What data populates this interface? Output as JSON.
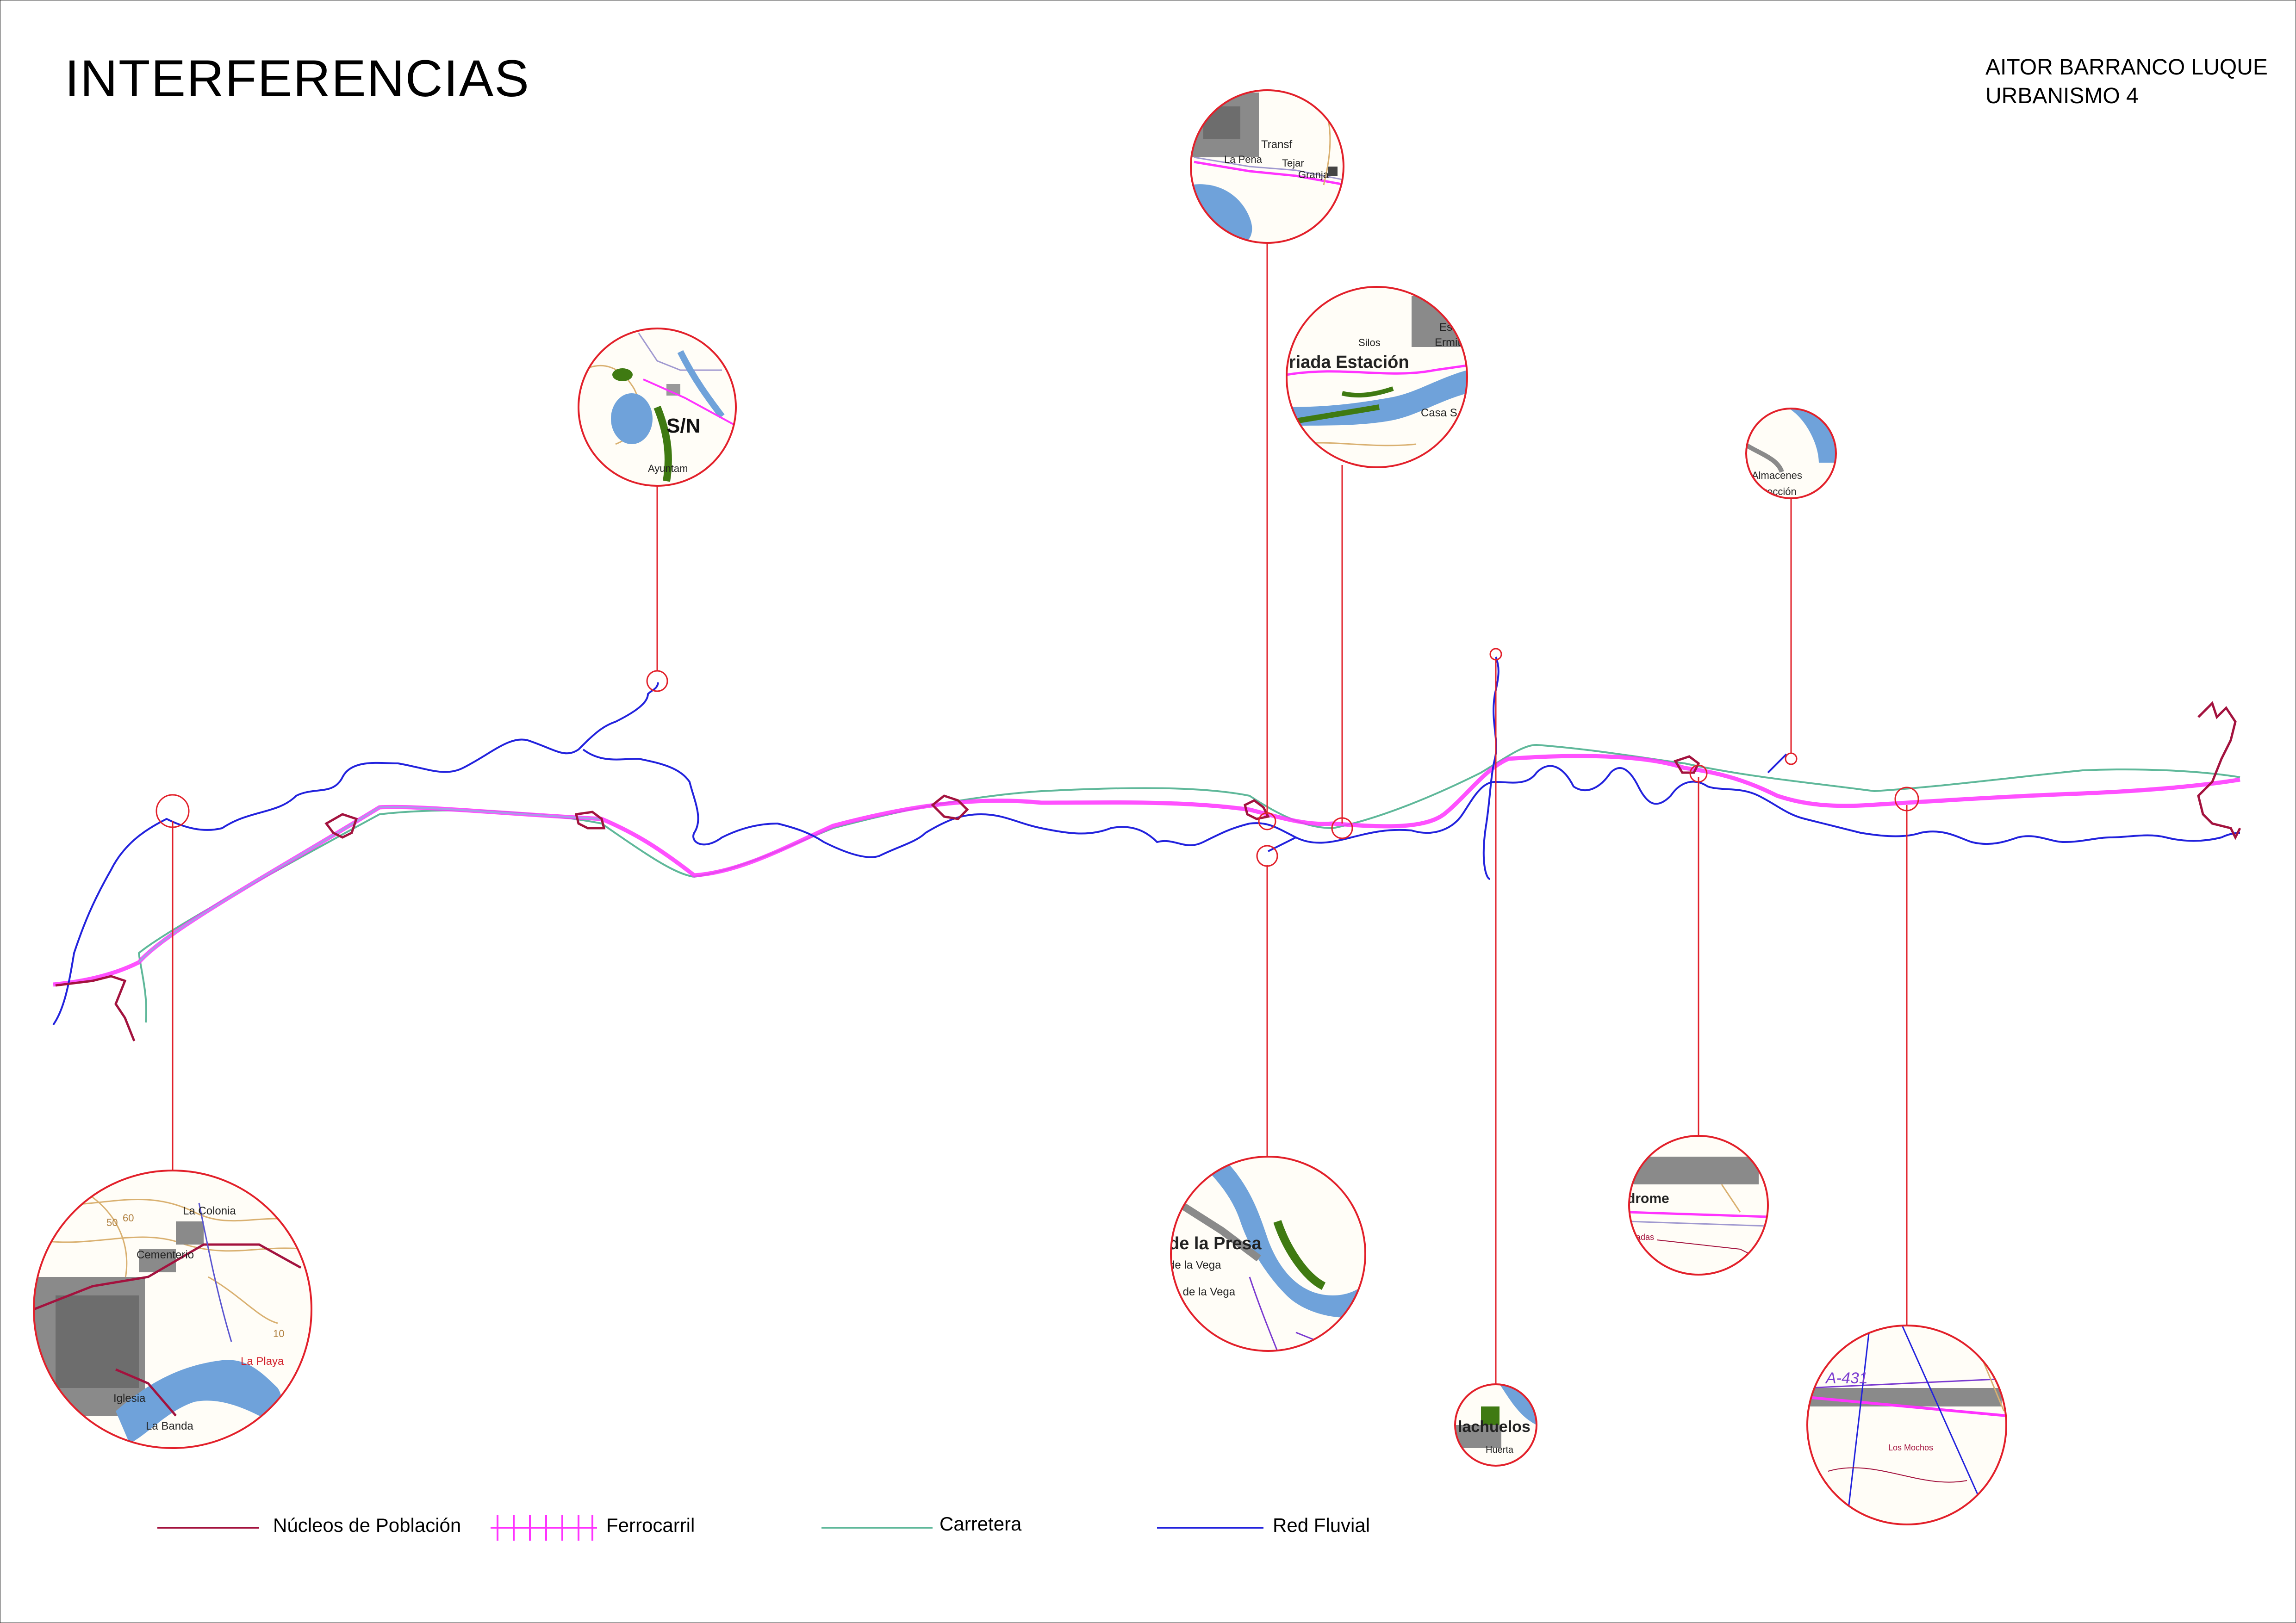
{
  "header": {
    "title": "INTERFERENCIAS",
    "author": "AITOR BARRANCO LUQUE",
    "course": "URBANISMO 4"
  },
  "colors": {
    "nucleos": "#a3123e",
    "ferrocarril": "#ff33ff",
    "carretera": "#5fb89a",
    "fluvial": "#2222dd",
    "callout": "#e2202a",
    "water": "#6fa2da",
    "vegetation": "#3f7a12"
  },
  "legend": [
    {
      "key": "nucleos",
      "label": "Núcleos de Población"
    },
    {
      "key": "ferrocarril",
      "label": "Ferrocarril"
    },
    {
      "key": "carretera",
      "label": "Carretera"
    },
    {
      "key": "fluvial",
      "label": "Red Fluvial"
    }
  ],
  "insets": {
    "a": {
      "labels": [
        "La Colonia",
        "Cementerio",
        "La Playa",
        "Iglesia",
        "La Banda",
        "50",
        "60",
        "10"
      ]
    },
    "b": {
      "labels": [
        "S/N",
        "Ayuntam"
      ]
    },
    "c": {
      "labels": [
        "Transf",
        "La Pena",
        "Tejar",
        "Granja"
      ]
    },
    "d": {
      "labels": [
        "rriada Estación",
        "Silos",
        "Estac",
        "Ermita",
        "Casa S"
      ]
    },
    "e": {
      "labels": [
        "Almacenes",
        "Dirección"
      ]
    },
    "f": {
      "labels": [
        "de la Presa",
        "de la Vega",
        "ijo de la Vega"
      ]
    },
    "g": {
      "labels": [
        "lachuelos",
        "Huerta"
      ]
    },
    "h": {
      "labels": [
        "drome",
        "adas"
      ]
    },
    "i": {
      "labels": [
        "A-431",
        "Los Mochos"
      ]
    }
  }
}
